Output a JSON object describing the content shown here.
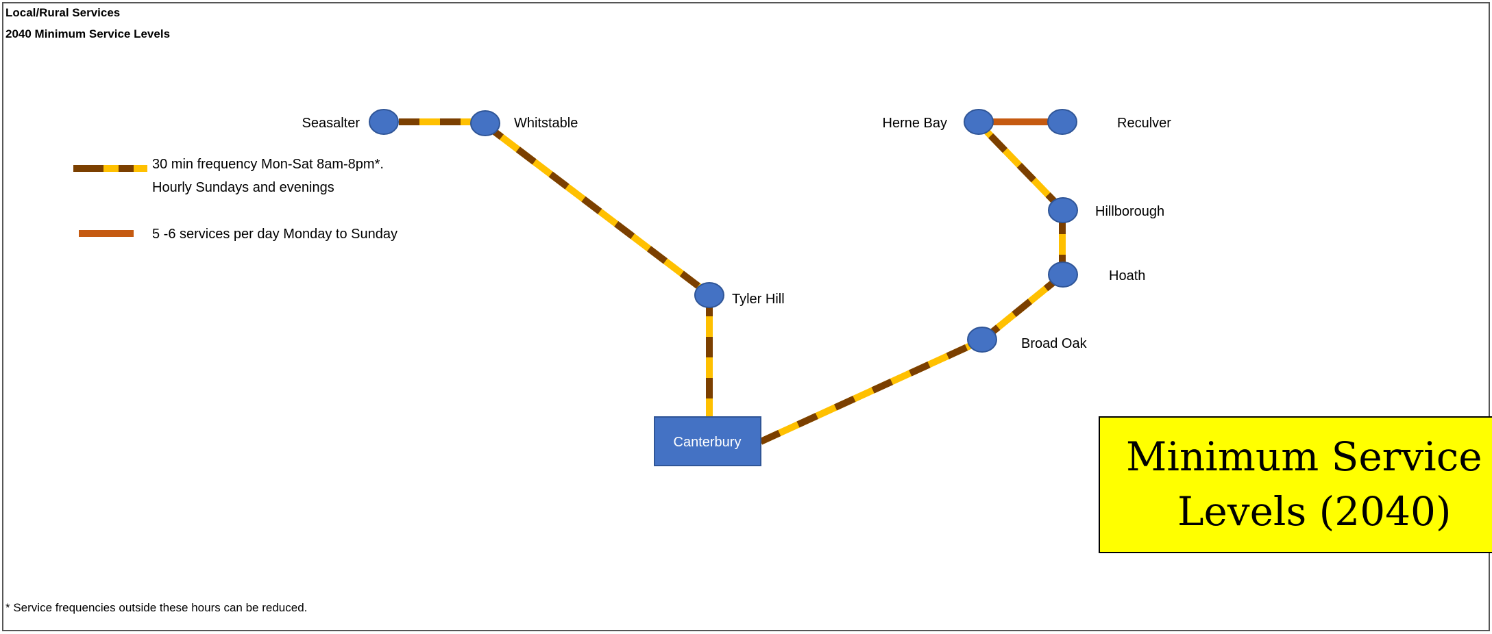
{
  "header": {
    "title": "Local/Rural Services",
    "subtitle": "2040 Minimum Service Levels"
  },
  "legend": {
    "frequent": {
      "line1": "30 min frequency Mon-Sat 8am-8pm*.",
      "line2": "Hourly Sundays and evenings"
    },
    "limited": {
      "line1": "5 -6 services per day Monday to Sunday"
    }
  },
  "stops": {
    "seasalter": "Seasalter",
    "whitstable": "Whitstable",
    "tyler_hill": "Tyler Hill",
    "canterbury": "Canterbury",
    "herne_bay": "Herne Bay",
    "reculver": "Reculver",
    "hillborough": "Hillborough",
    "hoath": "Hoath",
    "broad_oak": "Broad Oak"
  },
  "footnote": "* Service frequencies outside these hours can be reduced.",
  "callout": {
    "line1": "Minimum Service",
    "line2": "Levels (2040)"
  },
  "colors": {
    "stop_fill": "#4472c4",
    "stop_stroke": "#2f5597",
    "line_dark": "#7b3f00",
    "line_yellow": "#ffc000",
    "line_orange": "#c55a11",
    "callout_bg": "#ffff00"
  }
}
